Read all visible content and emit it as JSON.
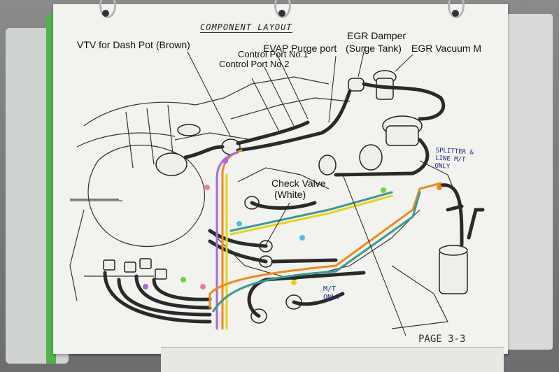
{
  "labels": {
    "title": "COMPONENT LAYOUT",
    "vtv": "VTV for Dash Pot (Brown)",
    "evap": "EVAP Purge port",
    "surge": "(Surge Tank)",
    "egr_damper": "EGR Damper",
    "egr_vacuum": "EGR Vacuum M",
    "control_port_1": "Control Port No.1",
    "control_port_2": "Control Port No.2",
    "check_valve": "Check Valve",
    "check_valve_color": "(White)",
    "splitter_note_1": "SPLITTER &",
    "splitter_note_2": "LINE M/T",
    "splitter_note_3": "ONLY",
    "mt_note_1": "M/T",
    "mt_note_2": "ONLY",
    "page": "PAGE 3-3"
  },
  "colors": {
    "paper": "#f2f2ee",
    "ink": "#222222",
    "hand_ink": "#1c2b80",
    "hose_orange": "#f08a1c",
    "hose_teal": "#3a9a92",
    "hose_yellow": "#e8d21e",
    "hose_purple": "#a86ad6",
    "binder_green": "#4fb44c"
  }
}
